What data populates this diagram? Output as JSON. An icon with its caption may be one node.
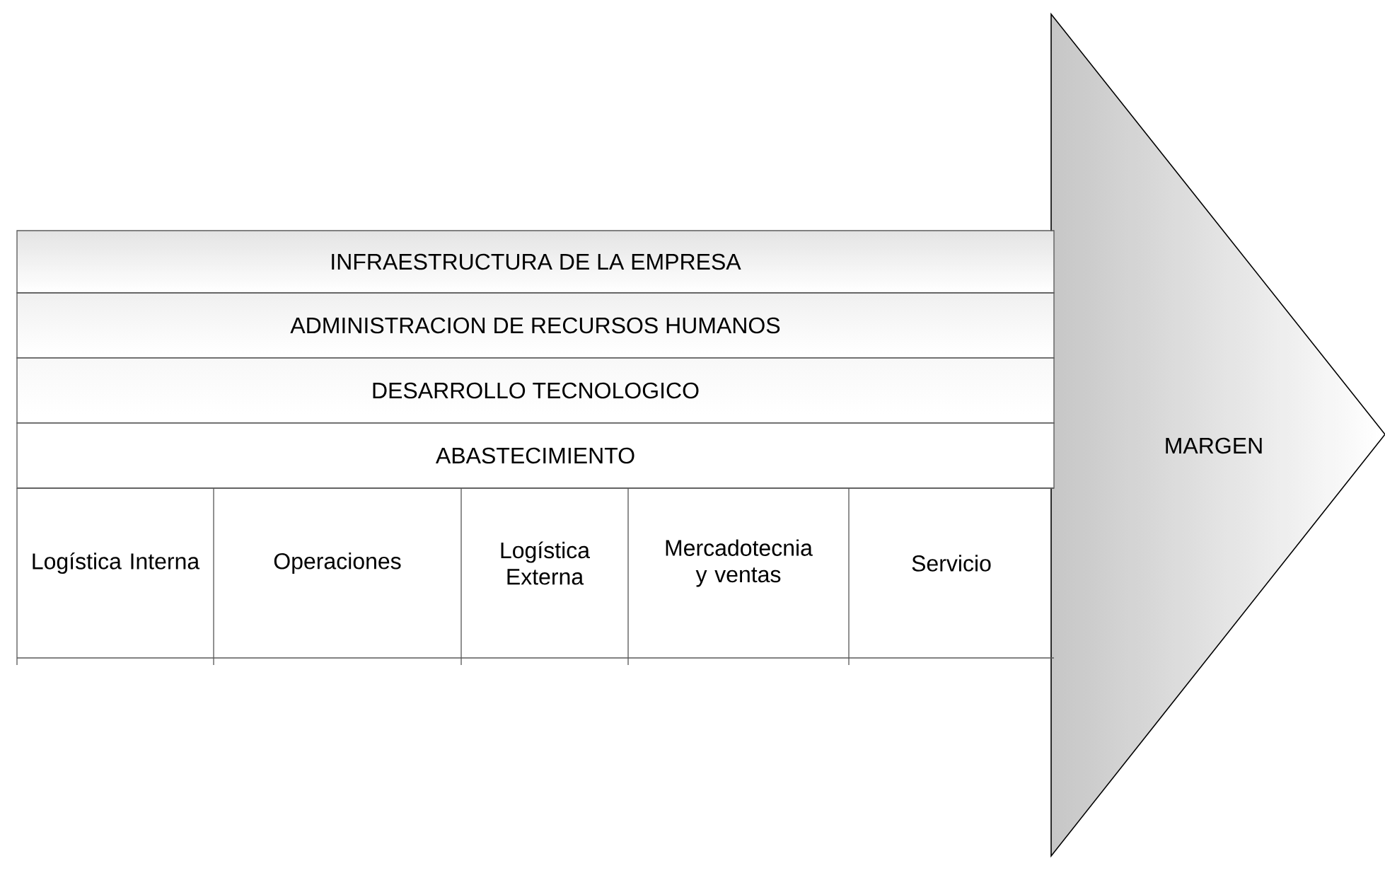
{
  "diagram": {
    "nodes": [
      {
        "text": [
          "MARGEN"
        ]
      },
      {
        "text": [
          "INFRAESTRUCTURA DE LA EMPRESA"
        ]
      },
      {
        "text": [
          "ADMINISTRACION DE RECURSOS HUMANOS"
        ]
      },
      {
        "text": [
          "DESARROLLO TECNOLOGICO"
        ]
      },
      {
        "text": [
          "ABASTECIMIENTO"
        ]
      },
      {
        "text": [
          "Logística Interna"
        ]
      },
      {
        "text": [
          "Operaciones"
        ]
      },
      {
        "text": [
          "Logística Externa"
        ]
      },
      {
        "text": [
          "Mercadotecnia y ventas"
        ]
      },
      {
        "text": [
          "Servicio"
        ]
      }
    ]
  }
}
